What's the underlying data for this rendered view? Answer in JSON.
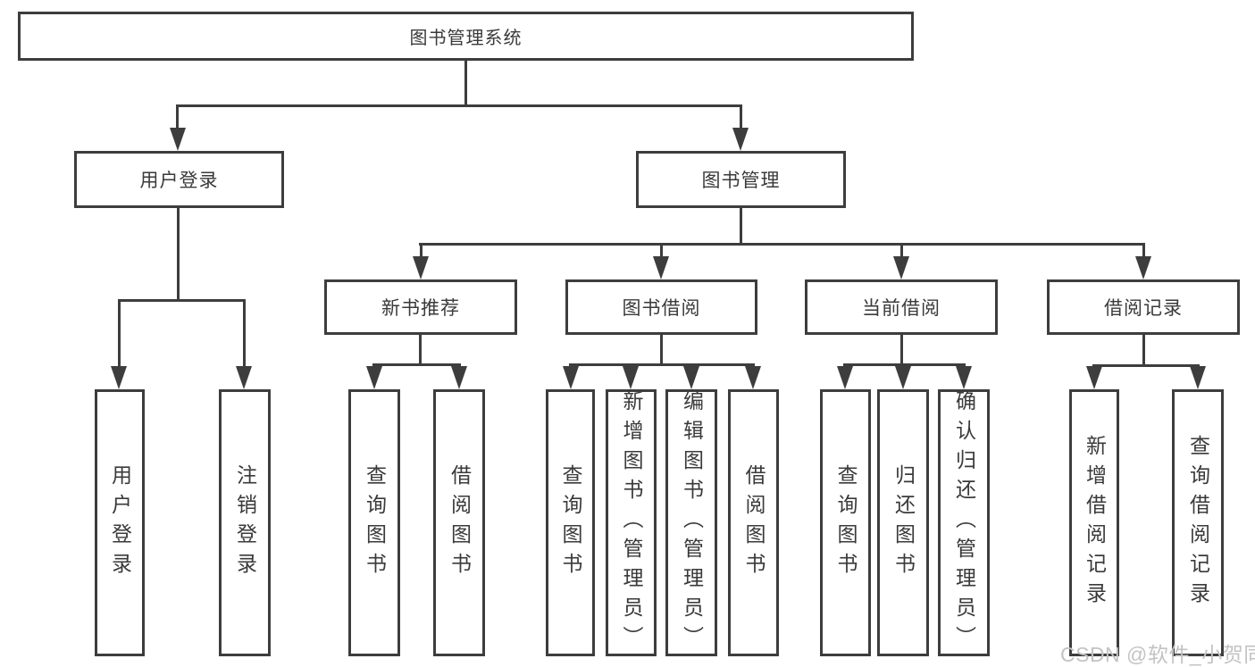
{
  "tree": {
    "root": "图书管理系统",
    "level2": [
      "用户登录",
      "图书管理"
    ],
    "level3": [
      "新书推荐",
      "图书借阅",
      "当前借阅",
      "借阅记录"
    ],
    "leaves": {
      "user_login": [
        "用户登录",
        "注销登录"
      ],
      "new_book": [
        "查询图书",
        "借阅图书"
      ],
      "book_borrow": [
        "查询图书",
        "新增图书（管理员）",
        "编辑图书（管理员）",
        "借阅图书"
      ],
      "current_borrow": [
        "查询图书",
        "归还图书",
        "确认归还（管理员）"
      ],
      "borrow_records": [
        "新增借阅记录",
        "查询借阅记录"
      ]
    }
  },
  "watermark": "CSDN @软件_小贺同学",
  "colors": {
    "line": "#3d3d3d",
    "text": "#3a3a3a",
    "watermark": "#c3c3c3",
    "background": "#ffffff"
  }
}
